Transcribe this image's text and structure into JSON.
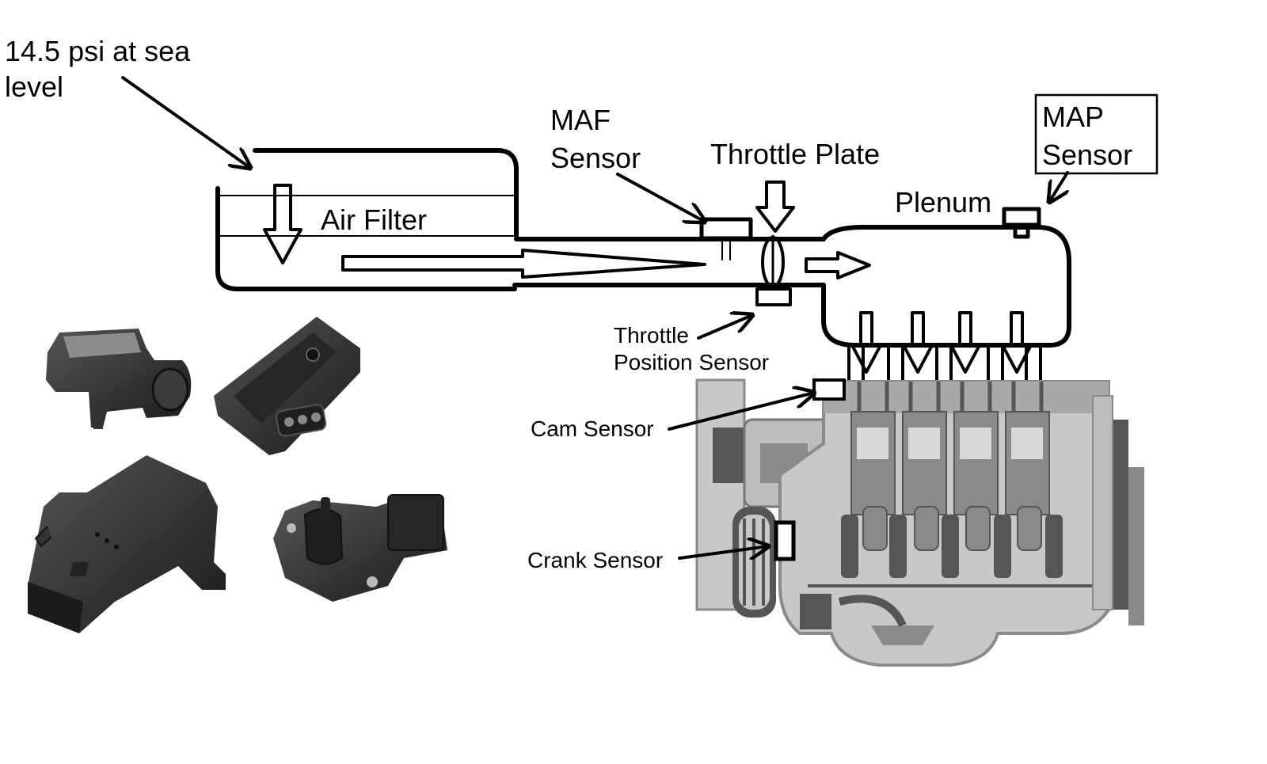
{
  "labels": {
    "pressure_line1": "14.5 psi at sea",
    "pressure_line2": "level",
    "air_filter": "Air Filter",
    "maf_line1": "MAF",
    "maf_line2": "Sensor",
    "throttle_plate": "Throttle Plate",
    "map_line1": "MAP",
    "map_line2": "Sensor",
    "plenum": "Plenum",
    "tps_line1": "Throttle",
    "tps_line2": "Position Sensor",
    "cam_sensor": "Cam Sensor",
    "crank_sensor": "Crank Sensor"
  },
  "photos": [
    {
      "name": "map-sensor-photo-1"
    },
    {
      "name": "map-sensor-photo-2"
    },
    {
      "name": "map-sensor-photo-3"
    },
    {
      "name": "map-sensor-photo-4"
    }
  ],
  "colors": {
    "line": "#000000",
    "engine_light": "#c8c8c8",
    "engine_mid": "#8a8a8a",
    "engine_dark": "#555555",
    "sensor_body": "#2b2b2b"
  }
}
